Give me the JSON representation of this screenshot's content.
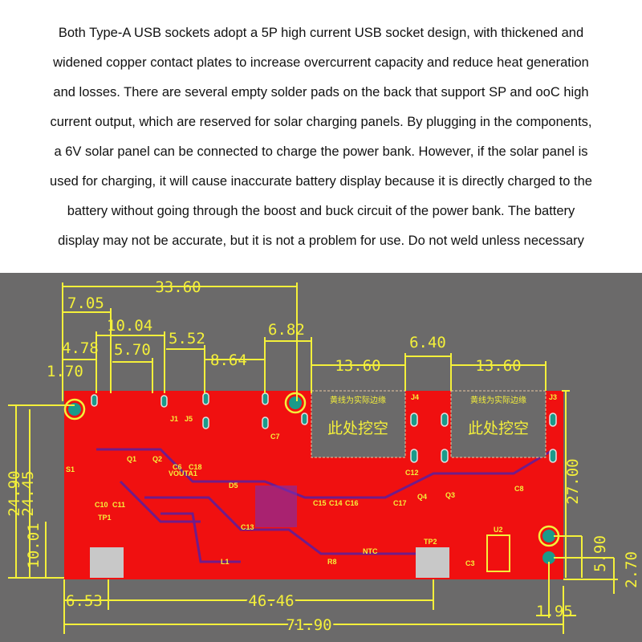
{
  "description": {
    "lines": [
      "Both Type-A USB sockets adopt a 5P high current USB socket design, with thickened and",
      "widened copper contact plates to increase overcurrent capacity and reduce heat generation",
      "and losses. There are several empty solder pads on the back that support SP and ooC high",
      "current output, which are reserved for solar charging panels. By plugging in the components,",
      "a 6V solar panel can be connected to charge the power bank. However, if the solar panel is",
      "used for charging, it will cause inaccurate battery display because it is directly charged to the",
      "battery without going through the boost and buck circuit of the power bank. The battery",
      "display may not be accurate, but it is not a problem for use. Do not weld unless necessary"
    ]
  },
  "pcb": {
    "dimensions": {
      "d33_60": "33.60",
      "d7_05": "7.05",
      "d10_04": "10.04",
      "d4_78": "4.78",
      "d5_70": "5.70",
      "d5_52": "5.52",
      "d8_64": "8.64",
      "d6_82": "6.82",
      "d1_70": "1.70",
      "d13_60a": "13.60",
      "d6_40": "6.40",
      "d13_60b": "13.60",
      "d24_90": "24.90",
      "d24_45": "24.45",
      "d10_01": "10.01",
      "d27_00": "27.00",
      "d5_90": "5.90",
      "d2_70": "2.70",
      "d6_53": "6.53",
      "d46_46": "46.46",
      "d1_95": "1.95",
      "d71_90": "71.90"
    },
    "cutout_note": "黄线为实际边缘",
    "cutout_label": "此处挖空",
    "components": {
      "j1": "J1",
      "j5": "J5",
      "j4": "J4",
      "j3": "J3",
      "s1": "S1",
      "q1": "Q1",
      "q2": "Q2",
      "c6": "C6",
      "c18": "C18",
      "c7": "C7",
      "c10": "C10",
      "c11": "C11",
      "tp1": "TP1",
      "tp2": "TP2",
      "c15": "C15",
      "c14": "C14",
      "c16": "C16",
      "c17": "C17",
      "c12": "C12",
      "q4": "Q4",
      "q3": "Q3",
      "c8": "C8",
      "u2": "U2",
      "r8": "R8",
      "ntc": "NTC",
      "c3": "C3",
      "d5": "D5",
      "c13": "C13",
      "l1": "L1",
      "voutа": "VOUTA1"
    },
    "colors": {
      "background": "#6b6a6a",
      "board": "#f01010",
      "dimension": "#f4f03a",
      "hole": "#1a9a8a"
    }
  }
}
